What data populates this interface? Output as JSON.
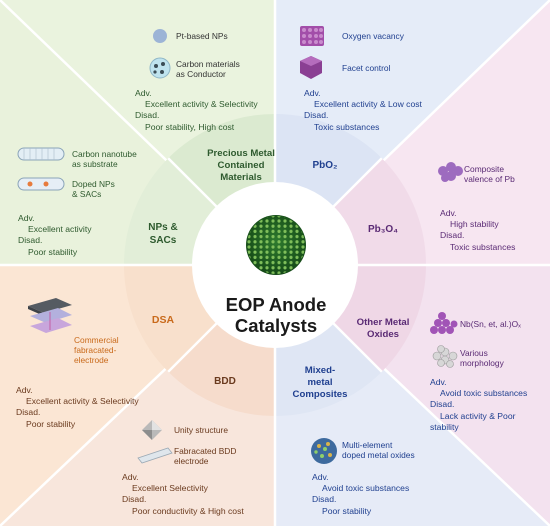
{
  "center": {
    "line1": "EOP Anode",
    "line2": "Catalysts"
  },
  "ring": {
    "precious": [
      "Precious Metal",
      "Contained",
      "Materials"
    ],
    "pbo2": "PbO₂",
    "pb3o4": "Pb₃O₄",
    "other": [
      "Other Metal",
      "Oxides"
    ],
    "mixed": [
      "Mixed-",
      "metal",
      "Composites"
    ],
    "bdd": "BDD",
    "dsa": "DSA",
    "nps": [
      "NPs &",
      "SACs"
    ]
  },
  "sections": {
    "precious": {
      "item1": "Pt-based NPs",
      "item2": [
        "Carbon materials",
        "as Conductor"
      ],
      "notes": [
        "Adv.",
        "Excellent activity & Selectivity",
        "Disad.",
        "Poor stability, High cost"
      ]
    },
    "pbo2": {
      "item1": "Oxygen vacancy",
      "item2": "Facet control",
      "notes": [
        "Adv.",
        "Excellent activity & Low cost",
        "Disad.",
        "Toxic substances"
      ]
    },
    "pb3o4": {
      "item1": [
        "Composite",
        "valence of Pb"
      ],
      "notes": [
        "Adv.",
        "High stability",
        "Disad.",
        "Toxic substances"
      ]
    },
    "other": {
      "item1": "Nb(Sn, et, al.)Oₓ",
      "item2": [
        "Various",
        "morphology"
      ],
      "notes": [
        "Adv.",
        "Avoid toxic substances",
        "Disad.",
        "Lack activity & Poor",
        "stability"
      ]
    },
    "mixed": {
      "item1": [
        "Multi-element",
        "doped metal oxides"
      ],
      "notes": [
        "Adv.",
        "Avoid toxic substances",
        "Disad.",
        "Poor stability"
      ]
    },
    "bdd": {
      "item1": "Unity structure",
      "item2": [
        "Fabracated BDD",
        "electrode"
      ],
      "notes": [
        "Adv.",
        "Excellent  Selectivity",
        "Disad.",
        "Poor conductivity & High cost"
      ]
    },
    "dsa": {
      "item1": [
        "Commercial",
        "fabracated-",
        "electrode"
      ],
      "notes": [
        "Adv.",
        "Excellent activity & Selectivity",
        "Disad.",
        "Poor stability"
      ]
    },
    "nps": {
      "item1": [
        "Carbon nanotube",
        "as substrate"
      ],
      "item2": [
        "Doped NPs",
        "& SACs"
      ],
      "notes": [
        "Adv.",
        "Excellent activity",
        "Disad.",
        "Poor stability"
      ]
    }
  },
  "colors": {
    "nps": "#e9f2dc",
    "precious": "#eaf3de",
    "pbo2": "#e5ecf8",
    "pb3o4": "#f7e6f1",
    "other": "#f3e2ef",
    "mixed": "#e6ebf7",
    "bdd": "#f8e6dc",
    "dsa": "#fbe6d4",
    "ring_green": "#dbead0",
    "ring_blue": "#dce4f4",
    "ring_pink": "#f1dbe9",
    "ring_peach": "#f7dcc9"
  }
}
